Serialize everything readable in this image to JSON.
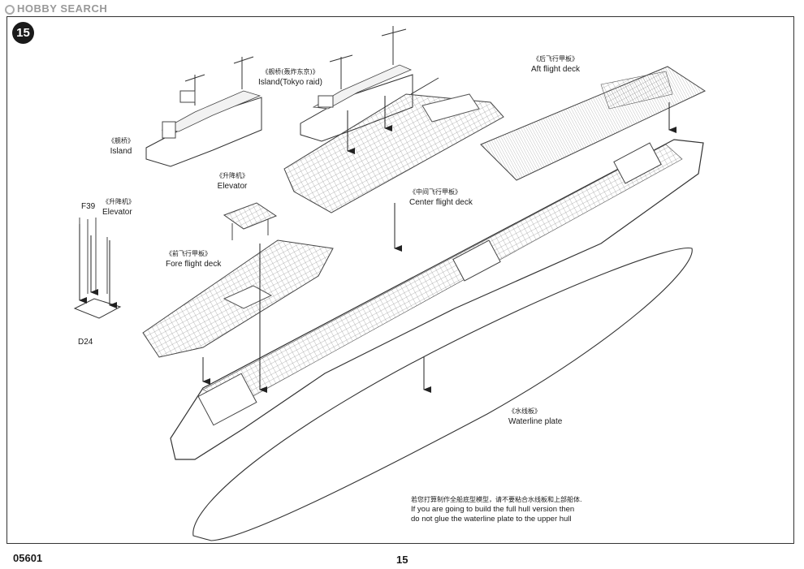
{
  "watermark": "HOBBY SEARCH",
  "step_number": "15",
  "labels": {
    "island": {
      "cn": "《舰桥》",
      "en": "Island"
    },
    "island_tokyo": {
      "cn": "《舰桥(轰炸东京)》",
      "en": "Island(Tokyo raid)"
    },
    "aft_deck": {
      "cn": "《后飞行甲板》",
      "en": "Aft flight deck"
    },
    "elevator_top": {
      "cn": "《升降机》",
      "en": "Elevator"
    },
    "f39": "F39",
    "elevator_part": {
      "cn": "《升降机》",
      "en": "Elevator"
    },
    "center_deck": {
      "cn": "《中间飞行甲板》",
      "en": "Center flight deck"
    },
    "fore_deck": {
      "cn": "《前飞行甲板》",
      "en": "Fore flight deck"
    },
    "d24": "D24",
    "waterline": {
      "cn": "《水线板》",
      "en": "Waterline plate"
    }
  },
  "note": {
    "cn": "若您打算制作全船底型模型，请不要粘合水线板和上部船体.",
    "en_line1": "If you are going to build the full hull version then",
    "en_line2": "do not glue the waterline plate to the upper hull"
  },
  "footer": {
    "code": "05601",
    "page": "15"
  }
}
